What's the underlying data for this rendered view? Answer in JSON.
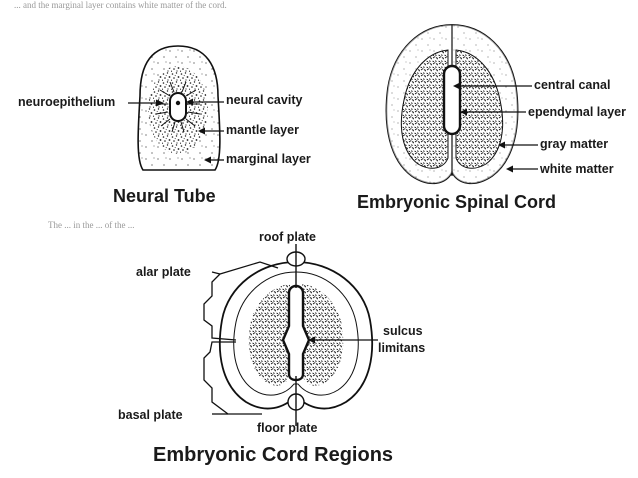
{
  "header_snippet": "... and the marginal layer contains white matter of the cord.",
  "mid_snippet": "The ... in the ... of the ...",
  "neural_tube": {
    "caption": "Neural Tube",
    "labels": {
      "neuroepithelium": "neuroepithelium",
      "neural_cavity": "neural cavity",
      "mantle_layer": "mantle layer",
      "marginal_layer": "marginal layer"
    }
  },
  "spinal_cord": {
    "caption": "Embryonic Spinal Cord",
    "labels": {
      "central_canal": "central canal",
      "ependymal_layer": "ependymal layer",
      "gray_matter": "gray matter",
      "white_matter": "white matter"
    }
  },
  "cord_regions": {
    "caption": "Embryonic Cord Regions",
    "labels": {
      "roof_plate": "roof plate",
      "alar_plate": "alar plate",
      "sulcus": "sulcus",
      "limitans": "limitans",
      "basal_plate": "basal plate",
      "floor_plate": "floor plate"
    }
  }
}
